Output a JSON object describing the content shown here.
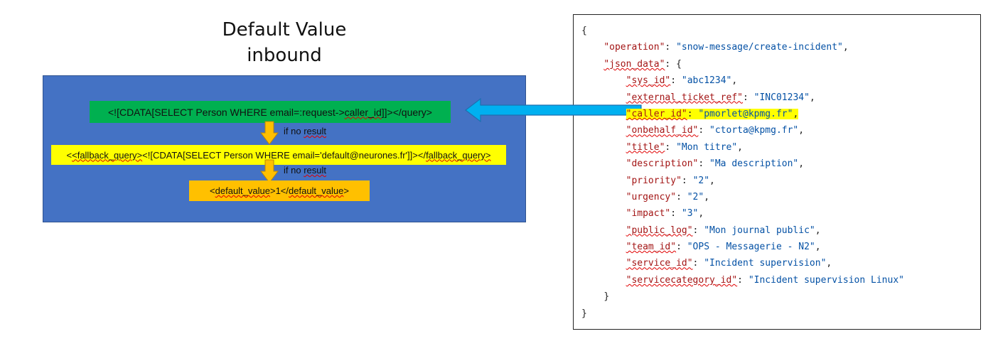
{
  "title": {
    "line1": "Default Value",
    "line2": "inbound"
  },
  "diagram": {
    "query_prefix": "<![CDATA[SELECT Person WHERE email=:request->",
    "query_field": "caller_id",
    "query_suffix": "]]></query>",
    "fallback_open": "<fallback_query>",
    "fallback_middle": "<![CDATA[SELECT Person WHERE email='default@neurones.fr']]></",
    "fallback_close": "fallback_query>",
    "default_open": "<",
    "default_tag1": "default_value",
    "default_mid": ">1</",
    "default_tag2": "default_value",
    "default_end": ">",
    "note1_prefix": "if no ",
    "note1_word": "result",
    "note2_prefix": "if no ",
    "note2_word": "result",
    "colors": {
      "panel": "#4472c4",
      "query": "#00b050",
      "fallback": "#ffff00",
      "default": "#ffc000",
      "arrow": "#ffc000",
      "pointer": "#00b0f0"
    }
  },
  "json_code": {
    "open_brace": "{",
    "operation_key": "\"operation\"",
    "operation_value": "\"snow-message/create-incident\"",
    "json_data_key": "\"json_data\"",
    "json_data_open": "{",
    "fields": [
      {
        "key": "\"sys_id\"",
        "value": "\"abc1234\"",
        "comma": ","
      },
      {
        "key": "\"external_ticket_ref\"",
        "value": "\"INC01234\"",
        "comma": ","
      },
      {
        "key": "\"caller_id\"",
        "value": "\"pmorlet@kpmg.fr\"",
        "comma": ","
      },
      {
        "key": "\"onbehalf_id\"",
        "value": "\"ctorta@kpmg.fr\"",
        "comma": ","
      },
      {
        "key": "\"title\"",
        "value": "\"Mon titre\"",
        "comma": ","
      },
      {
        "key": "\"description\"",
        "value": "\"Ma description\"",
        "comma": ","
      },
      {
        "key": "\"priority\"",
        "value": "\"2\"",
        "comma": ","
      },
      {
        "key": "\"urgency\"",
        "value": "\"2\"",
        "comma": ","
      },
      {
        "key": "\"impact\"",
        "value": "\"3\"",
        "comma": ","
      },
      {
        "key": "\"public_log\"",
        "value": "\"Mon journal public\"",
        "comma": ","
      },
      {
        "key": "\"team_id\"",
        "value": "\"OPS - Messagerie - N2\"",
        "comma": ","
      },
      {
        "key": "\"service_id\"",
        "value": "\"Incident supervision\"",
        "comma": ","
      },
      {
        "key": "\"servicecategory_id\"",
        "value": "\"Incident supervision Linux\"",
        "comma": ""
      }
    ],
    "json_data_close": "}",
    "close_brace": "}"
  }
}
